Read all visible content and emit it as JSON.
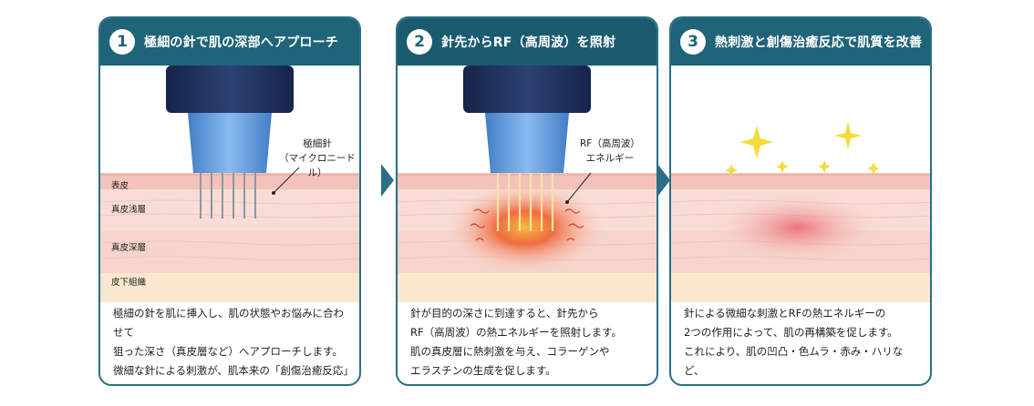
{
  "steps": [
    {
      "number": "1",
      "title": "極細の針で肌の深部へアプローチ",
      "callout": "極細針\n（マイクロニードル）",
      "layers": [
        "表皮",
        "真皮浅層",
        "真皮深層",
        "皮下組織"
      ],
      "description": "極細の針を肌に挿入し、肌の状態やお悩みに合わせて\n狙った深さ（真皮層など）へアプローチします。\n微細な針による刺激が、肌本来の「創傷治癒反応」を\n促し、肌の生まれ変わりをサポートします。"
    },
    {
      "number": "2",
      "title": "針先からRF（高周波）を照射",
      "callout": "RF（高周波）\nエネルギー",
      "description": "針が目的の深さに到達すると、針先から\nRF（高周波）の熱エネルギーを照射します。\n肌の真皮層に熱刺激を与え、コラーゲンや\nエラスチンの生成を促します。"
    },
    {
      "number": "3",
      "title": "熱刺激と創傷治癒反応で肌質を改善",
      "description": "針による微細な刺激とRFの熱エネルギーの\n2つの作用によって、肌の再構築を促します。\nこれにより、肌の凹凸・色ムラ・赤み・ハリなど、\nさまざまな肌悩みの改善が期待できます。"
    }
  ],
  "colors": {
    "accent": "#1f6479",
    "epidermis": "#f4c7bf",
    "dermis": "#f7d8d0",
    "subcutaneous": "#f8e6c8",
    "device": "#1d2d52",
    "needle_head": "#4d8fd6",
    "heat": "#ef5a2a",
    "sparkle": "#f4e04a"
  },
  "icons": [
    "sparkle-icon",
    "arrow-right-icon"
  ]
}
